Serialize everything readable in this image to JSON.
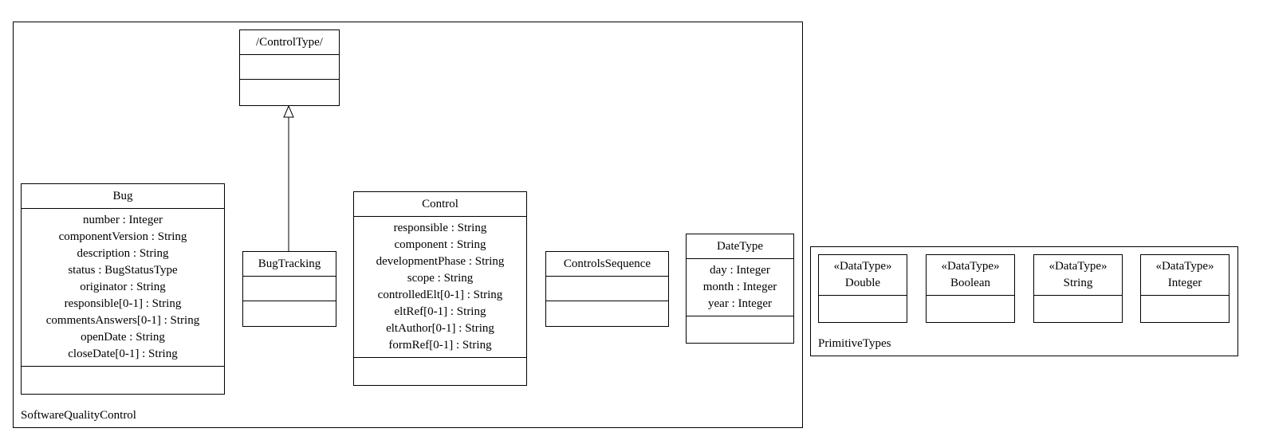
{
  "packages": {
    "software_quality_control": {
      "label": "SoftwareQualityControl",
      "classes": {
        "control_type": {
          "name": "/ControlType/",
          "attributes": []
        },
        "bug": {
          "name": "Bug",
          "attributes": [
            "number : Integer",
            "componentVersion : String",
            "description : String",
            "status : BugStatusType",
            "originator : String",
            "responsible[0-1] : String",
            "commentsAnswers[0-1] : String",
            "openDate : String",
            "closeDate[0-1] : String"
          ]
        },
        "bug_tracking": {
          "name": "BugTracking",
          "attributes": []
        },
        "control": {
          "name": "Control",
          "attributes": [
            "responsible : String",
            "component : String",
            "developmentPhase : String",
            "scope : String",
            "controlledElt[0-1] : String",
            "eltRef[0-1] : String",
            "eltAuthor[0-1] : String",
            "formRef[0-1] : String"
          ]
        },
        "controls_sequence": {
          "name": "ControlsSequence",
          "attributes": []
        },
        "date_type": {
          "name": "DateType",
          "attributes": [
            "day : Integer",
            "month : Integer",
            "year : Integer"
          ]
        }
      },
      "relations": [
        {
          "type": "generalization",
          "from": "BugTracking",
          "to": "/ControlType/"
        }
      ]
    },
    "primitive_types": {
      "label": "PrimitiveTypes",
      "data_types": [
        {
          "stereotype": "«DataType»",
          "name": "Double"
        },
        {
          "stereotype": "«DataType»",
          "name": "Boolean"
        },
        {
          "stereotype": "«DataType»",
          "name": "String"
        },
        {
          "stereotype": "«DataType»",
          "name": "Integer"
        }
      ]
    }
  }
}
